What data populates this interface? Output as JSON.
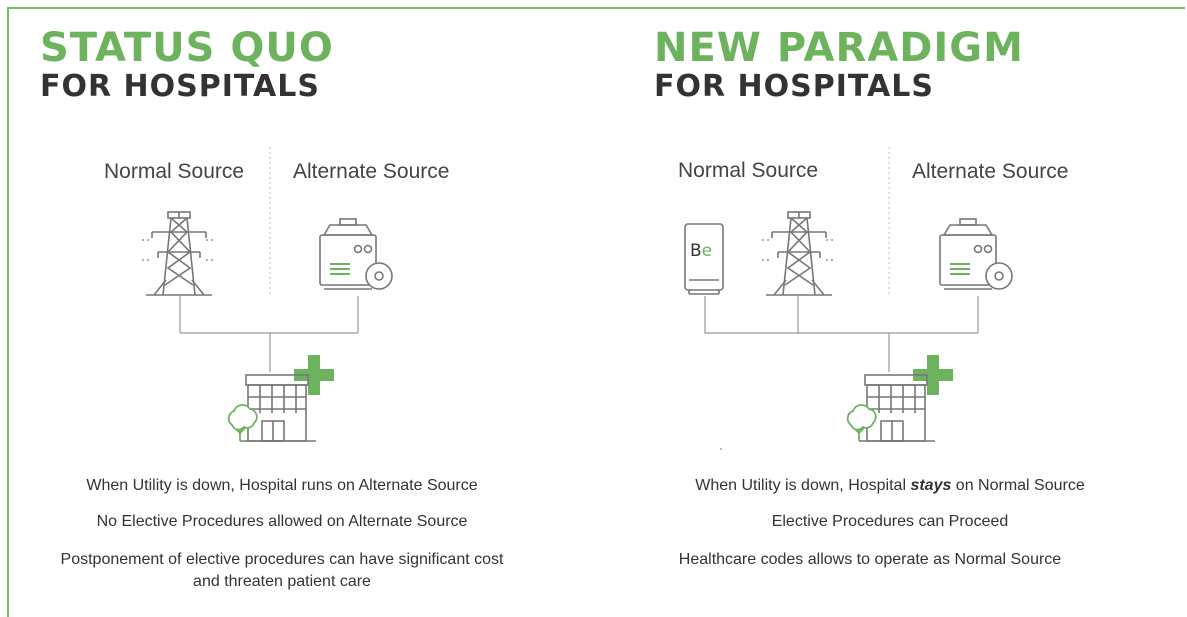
{
  "left": {
    "title_line1": "STATUS QUO",
    "title_line2": "FOR HOSPITALS",
    "normal_source": "Normal Source",
    "alternate_source": "Alternate Source",
    "line1": "When Utility is down, Hospital runs on Alternate Source",
    "line2": "No Elective Procedures allowed on Alternate Source",
    "line3a": "Postponement of elective procedures can have significant cost",
    "line3b": "and threaten patient care"
  },
  "right": {
    "title_line1": "NEW PARADIGM",
    "title_line2": "FOR HOSPITALS",
    "normal_source": "Normal Source",
    "alternate_source": "Alternate Source",
    "battery_label": "Be",
    "line1_before": "When Utility is down, Hospital ",
    "line1_emphasis": "stays",
    "line1_after": " on Normal Source",
    "line2": "Elective Procedures can Proceed",
    "line3": "Healthcare codes allows to operate as Normal Source"
  },
  "colors": {
    "green": "#6db35d",
    "dark": "#333333",
    "icon_gray": "#777777"
  },
  "icons": [
    "power-tower-icon",
    "generator-icon",
    "hospital-icon",
    "battery-icon"
  ]
}
